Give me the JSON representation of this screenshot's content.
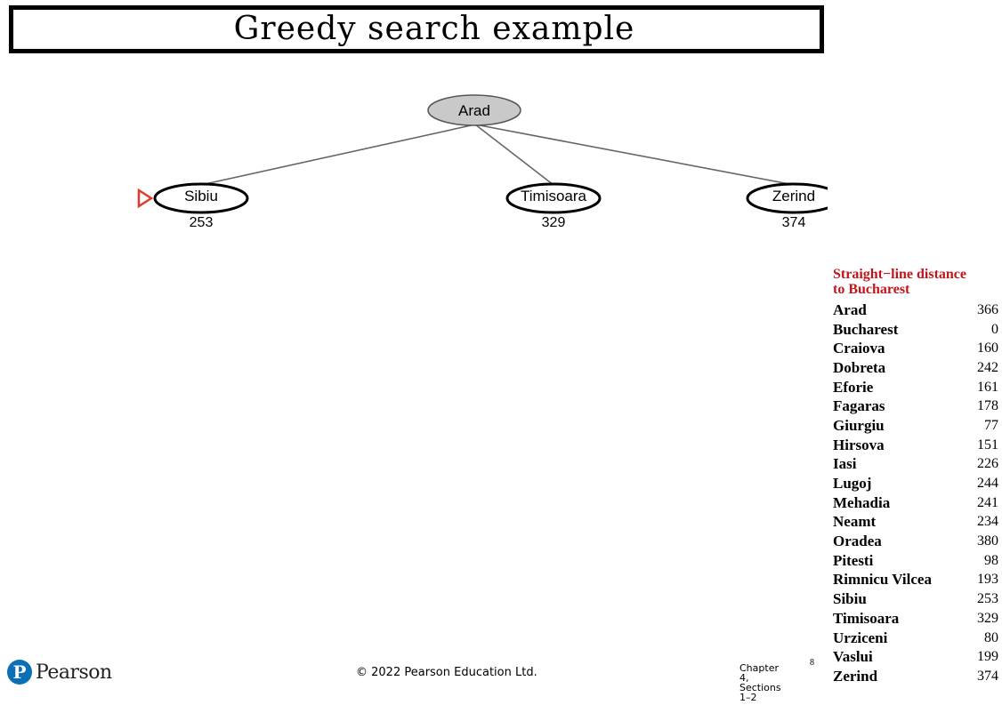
{
  "title": "Greedy search example",
  "tree": {
    "root": {
      "label": "Arad",
      "state": "expanded"
    },
    "children": [
      {
        "label": "Sibiu",
        "h": "253",
        "selected": true
      },
      {
        "label": "Timisoara",
        "h": "329",
        "selected": false
      },
      {
        "label": "Zerind",
        "h": "374",
        "selected": false
      }
    ]
  },
  "colors": {
    "expanded_fill": "#c9c9c9",
    "edge": "#666666",
    "marker": "#e03a2a",
    "table_title": "#c0151b"
  },
  "sld": {
    "title_line1": "Straight−line distance",
    "title_line2": "to Bucharest",
    "rows": [
      {
        "city": "Arad",
        "dist": "366"
      },
      {
        "city": "Bucharest",
        "dist": "0"
      },
      {
        "city": "Craiova",
        "dist": "160"
      },
      {
        "city": "Dobreta",
        "dist": "242"
      },
      {
        "city": "Eforie",
        "dist": "161"
      },
      {
        "city": "Fagaras",
        "dist": "178"
      },
      {
        "city": "Giurgiu",
        "dist": "77"
      },
      {
        "city": "Hirsova",
        "dist": "151"
      },
      {
        "city": "Iasi",
        "dist": "226"
      },
      {
        "city": "Lugoj",
        "dist": "244"
      },
      {
        "city": "Mehadia",
        "dist": "241"
      },
      {
        "city": "Neamt",
        "dist": "234"
      },
      {
        "city": "Oradea",
        "dist": "380"
      },
      {
        "city": "Pitesti",
        "dist": "98"
      },
      {
        "city": "Rimnicu Vilcea",
        "dist": "193"
      },
      {
        "city": "Sibiu",
        "dist": "253"
      },
      {
        "city": "Timisoara",
        "dist": "329"
      },
      {
        "city": "Urziceni",
        "dist": "80"
      },
      {
        "city": "Vaslui",
        "dist": "199"
      },
      {
        "city": "Zerind",
        "dist": "374"
      }
    ]
  },
  "footer": {
    "logo_icon": "P",
    "logo_text": "Pearson",
    "copyright": "© 2022 Pearson Education Ltd.",
    "chapter_lines": [
      "Chapter",
      "4,",
      "Sections",
      "1–2"
    ],
    "page": "8"
  }
}
